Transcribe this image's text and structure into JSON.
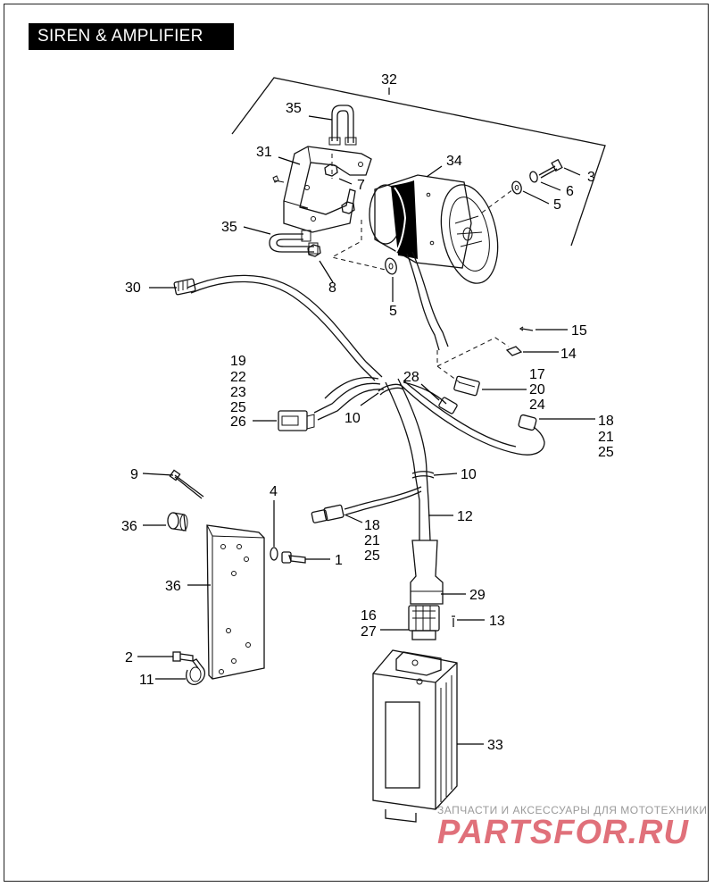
{
  "title": "SIREN & AMPLIFIER",
  "callouts": [
    {
      "id": "c32",
      "text": "32"
    },
    {
      "id": "c35a",
      "text": "35"
    },
    {
      "id": "c31",
      "text": "31"
    },
    {
      "id": "c34",
      "text": "34"
    },
    {
      "id": "c3",
      "text": "3"
    },
    {
      "id": "c7",
      "text": "7"
    },
    {
      "id": "c6",
      "text": "6"
    },
    {
      "id": "c5a",
      "text": "5"
    },
    {
      "id": "c35b",
      "text": "35"
    },
    {
      "id": "c8",
      "text": "8"
    },
    {
      "id": "c30",
      "text": "30"
    },
    {
      "id": "c5b",
      "text": "5"
    },
    {
      "id": "c15",
      "text": "15"
    },
    {
      "id": "c14",
      "text": "14"
    },
    {
      "id": "c19g",
      "text": "19"
    },
    {
      "id": "c22g",
      "text": "22"
    },
    {
      "id": "c23g",
      "text": "23"
    },
    {
      "id": "c25g",
      "text": "25"
    },
    {
      "id": "c26",
      "text": "26"
    },
    {
      "id": "c28",
      "text": "28"
    },
    {
      "id": "c17",
      "text": "17"
    },
    {
      "id": "c20",
      "text": "20"
    },
    {
      "id": "c24",
      "text": "24"
    },
    {
      "id": "c10a",
      "text": "10"
    },
    {
      "id": "c18a",
      "text": "18"
    },
    {
      "id": "c21a",
      "text": "21"
    },
    {
      "id": "c25a",
      "text": "25"
    },
    {
      "id": "c9",
      "text": "9"
    },
    {
      "id": "c10b",
      "text": "10"
    },
    {
      "id": "c4",
      "text": "4"
    },
    {
      "id": "c12",
      "text": "12"
    },
    {
      "id": "c36a",
      "text": "36"
    },
    {
      "id": "c18b",
      "text": "18"
    },
    {
      "id": "c21b",
      "text": "21"
    },
    {
      "id": "c25b",
      "text": "25"
    },
    {
      "id": "c1",
      "text": "1"
    },
    {
      "id": "c36b",
      "text": "36"
    },
    {
      "id": "c29",
      "text": "29"
    },
    {
      "id": "c16",
      "text": "16"
    },
    {
      "id": "c27",
      "text": "27"
    },
    {
      "id": "c13",
      "text": "13"
    },
    {
      "id": "c2",
      "text": "2"
    },
    {
      "id": "c11",
      "text": "11"
    },
    {
      "id": "c33",
      "text": "33"
    }
  ],
  "watermark": {
    "tagline": "ЗАПЧАСТИ И АКСЕССУАРЫ ДЛЯ МОТОТЕХНИКИ",
    "logo": "PARTSFOR.RU",
    "logo_color": "#e0707a"
  }
}
